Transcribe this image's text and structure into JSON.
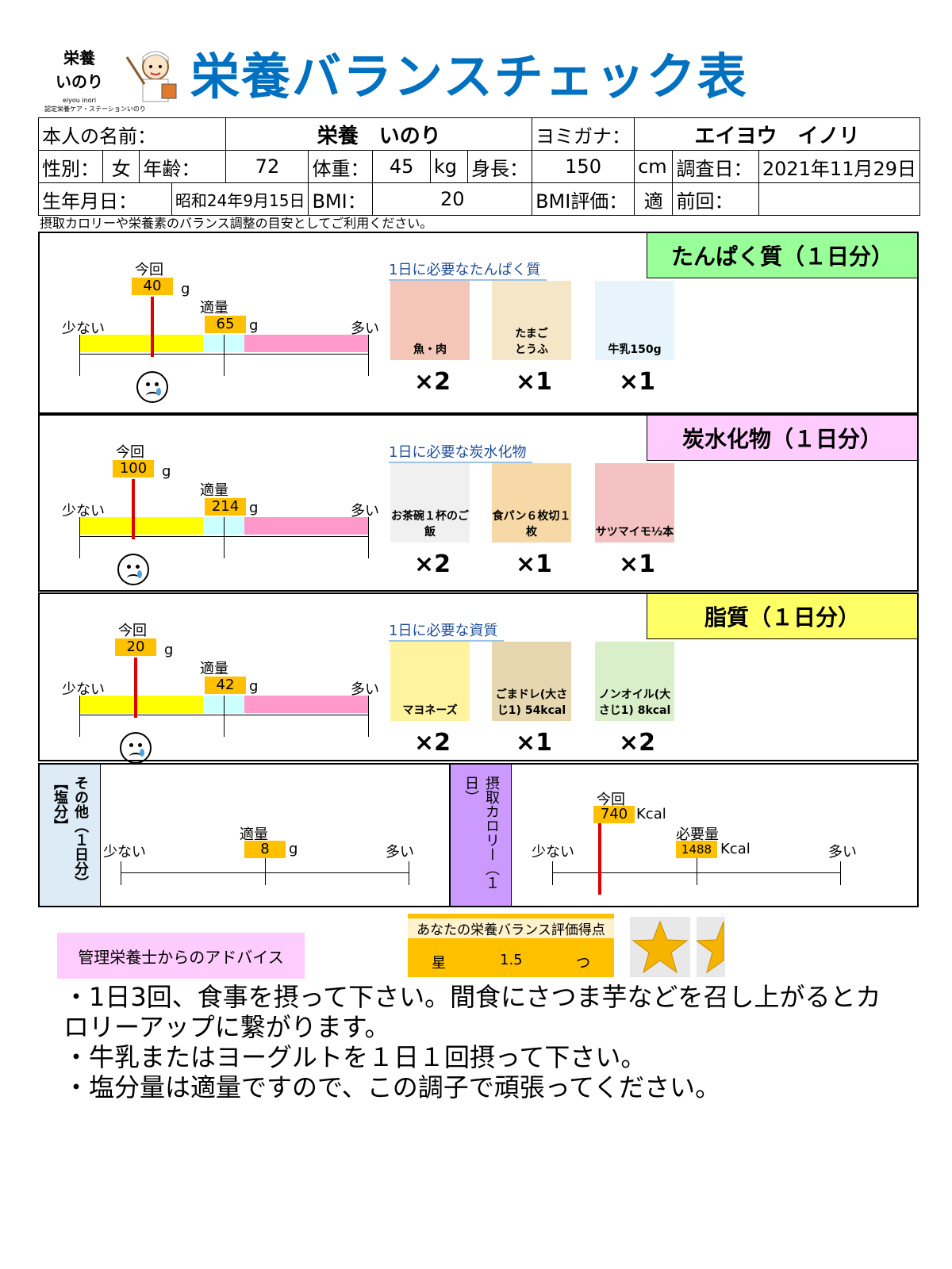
{
  "logo": {
    "line1": "栄養",
    "line2": "いのり",
    "sub1": "eiyou inori",
    "sub2": "認定栄養ケア・ステーションいのり"
  },
  "title": "栄養バランスチェック表",
  "info": {
    "name_label": "本人の名前：",
    "name": "栄養　いのり",
    "kana_label": "ヨミガナ：",
    "kana": "エイヨウ　イノリ",
    "sex_label": "性別：",
    "sex": "女",
    "age_label": "年齢：",
    "age": "72",
    "weight_label": "体重：",
    "weight": "45",
    "weight_unit": "kg",
    "height_label": "身長：",
    "height": "150",
    "height_unit": "cm",
    "survey_label": "調査日：",
    "survey_date": "2021年11月29日",
    "birth_label": "生年月日：",
    "birth": "昭和24年9月15日",
    "bmi_label": "BMI：",
    "bmi": "20",
    "bmi_eval_label": "BMI評価：",
    "bmi_eval": "適",
    "prev_label": "前回：",
    "prev": ""
  },
  "note": "摂取カロリーや栄養素のバランス調整の目安としてご利用ください。",
  "common": {
    "now": "今回",
    "proper": "適量",
    "few": "少ない",
    "many": "多い",
    "unit_g": "g"
  },
  "protein": {
    "title": "たんぱく質（１日分）",
    "title_color": "#99FF99",
    "current": 40,
    "proper": 65,
    "need_title": "1日に必要なたんぱく質",
    "foods": [
      {
        "cap": "魚・肉",
        "mult": "×2"
      },
      {
        "cap": "たまご\nとうふ",
        "mult": "×1"
      },
      {
        "cap": "牛乳150g",
        "mult": "×1"
      }
    ]
  },
  "carb": {
    "title": "炭水化物（１日分）",
    "title_color": "#FFCCFF",
    "current": 100,
    "proper": 214,
    "need_title": "1日に必要な炭水化物",
    "foods": [
      {
        "cap": "お茶碗１杯のご飯",
        "mult": "×2"
      },
      {
        "cap": "食パン６枚切１枚",
        "mult": "×1"
      },
      {
        "cap": "サツマイモ½本",
        "mult": "×1"
      }
    ]
  },
  "fat": {
    "title": "脂質（１日分）",
    "title_color": "#FFFF66",
    "current": 20,
    "proper": 42,
    "need_title": "1日に必要な資質",
    "foods": [
      {
        "cap": "マヨネーズ",
        "mult": "×2"
      },
      {
        "cap": "ごまドレ(大さじ1) 54kcal",
        "mult": "×1"
      },
      {
        "cap": "ノンオイル(大さじ1) 8kcal",
        "mult": "×2"
      }
    ]
  },
  "salt": {
    "label": "その他（１日分）【塩分】",
    "proper": "8",
    "unit": "g"
  },
  "kcal": {
    "label": "摂取カロリー（１日）",
    "current": "740",
    "need_label": "必要量",
    "need": "1488",
    "unit": "Kcal"
  },
  "score": {
    "title": "あなたの栄養バランス評価得点",
    "prefix": "星",
    "value": "1.5",
    "suffix": "つ",
    "stars": 1.5
  },
  "advice_label": "管理栄養士からのアドバイス",
  "advice": [
    "・1日3回、食事を摂って下さい。間食にさつま芋などを召し上がるとカロリーアップに繋がります。",
    "・牛乳またはヨーグルトを１日１回摂って下さい。",
    "・塩分量は適量ですので、この調子で頑張ってください。"
  ]
}
